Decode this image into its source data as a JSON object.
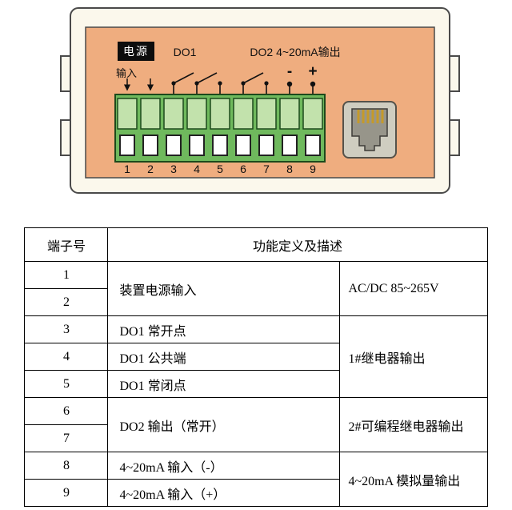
{
  "diagram": {
    "power_label": "电源",
    "input_label": "输入",
    "do1_label": "DO1",
    "do2_label": "DO2 4~20mA输出",
    "minus_label": "-",
    "plus_label": "+",
    "terminal_numbers": [
      "1",
      "2",
      "3",
      "4",
      "5",
      "6",
      "7",
      "8",
      "9"
    ],
    "colors": {
      "shell": "#FBF8EC",
      "panel": "#EFAD7F",
      "block_green": "#6FB95D",
      "block_green_light": "#C2E2AC",
      "block_border": "#1C4A1C",
      "jack_body": "#CFCDC0",
      "jack_inner": "#97958A",
      "pin_gold": "#C59A2A"
    }
  },
  "table": {
    "header": {
      "terminal_col": "端子号",
      "function_col": "功能定义及描述"
    },
    "terminal_numbers": [
      "1",
      "2",
      "3",
      "4",
      "5",
      "6",
      "7",
      "8",
      "9"
    ],
    "cells": {
      "power_desc": "装置电源输入",
      "power_note": "AC/DC 85~265V",
      "do1_no": "DO1 常开点",
      "do1_com": "DO1 公共端",
      "do1_nc": "DO1 常闭点",
      "relay1_note": "1#继电器输出",
      "do2_desc": "DO2 输出（常开）",
      "relay2_note": "2#可编程继电器输出",
      "ain_minus": "4~20mA 输入（-）",
      "ain_plus": "4~20mA 输入（+）",
      "aout_note": "4~20mA 模拟量输出"
    }
  }
}
